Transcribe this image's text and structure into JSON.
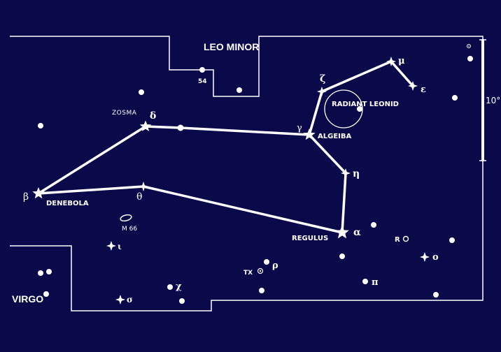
{
  "colors": {
    "background": "#0a0a4a",
    "ink": "#ffffff"
  },
  "regions": {
    "north": "LEO MINOR",
    "south": "VIRGO"
  },
  "scale_label": "10°",
  "stars": {
    "zosma": "ZOSMA",
    "delta": "δ",
    "beta": "β",
    "denebola": "DENEBOLA",
    "theta": "θ",
    "m66": "M 66",
    "iota": "ι",
    "sigma": "σ",
    "chi": "χ",
    "tx": "TX",
    "rho": "ρ",
    "regulus": "REGULUS",
    "alpha": "α",
    "eta": "η",
    "gamma": "γ",
    "algeiba": "ALGEIBA",
    "zeta": "ζ",
    "radiant": "RADIANT LEONID",
    "mu": "μ",
    "epsilon": "ε",
    "r": "R",
    "omicron": "ο",
    "pi": "π",
    "n54": "54"
  }
}
